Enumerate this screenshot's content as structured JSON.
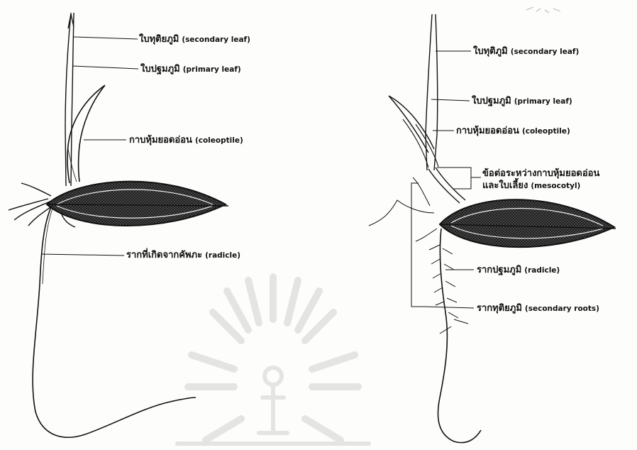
{
  "diagram": {
    "left_seedling": {
      "labels": {
        "secondary_leaf": {
          "th": "ใบทุติยภูมิ",
          "en": "(secondary leaf)"
        },
        "primary_leaf": {
          "th": "ใบปฐมภูมิ",
          "en": "(primary leaf)"
        },
        "coleoptile": {
          "th": "กาบหุ้มยอดอ่อน",
          "en": "(coleoptile)"
        },
        "radicle": {
          "th": "รากที่เกิดจากคัพภะ",
          "en": "(radicle)"
        }
      }
    },
    "right_seedling": {
      "labels": {
        "secondary_leaf": {
          "th": "ใบทุติภูมิ",
          "en": "(secondary leaf)"
        },
        "primary_leaf": {
          "th": "ใบปฐมภูมิ",
          "en": "(primary leaf)"
        },
        "coleoptile": {
          "th": "กาบหุ้มยอดอ่อน",
          "en": "(coleoptile)"
        },
        "mesocotyl": {
          "th_line1": "ข้อต่อระหว่างกาบหุ้มยอดอ่อน",
          "th_line2": "และใบเลี้ยง",
          "en": "(mesocotyl)"
        },
        "radicle": {
          "th": "รากปฐมภูมิ",
          "en": "(radicle)"
        },
        "secondary_roots": {
          "th": "รากทุติยภูมิ",
          "en": "(secondary roots)"
        }
      }
    },
    "watermark": {
      "type": "university emblem",
      "color": "#d9d9d9"
    },
    "colors": {
      "ink": "#111111",
      "grain_fill": "#3a3a3a",
      "paper": "#fdfdfb"
    }
  }
}
